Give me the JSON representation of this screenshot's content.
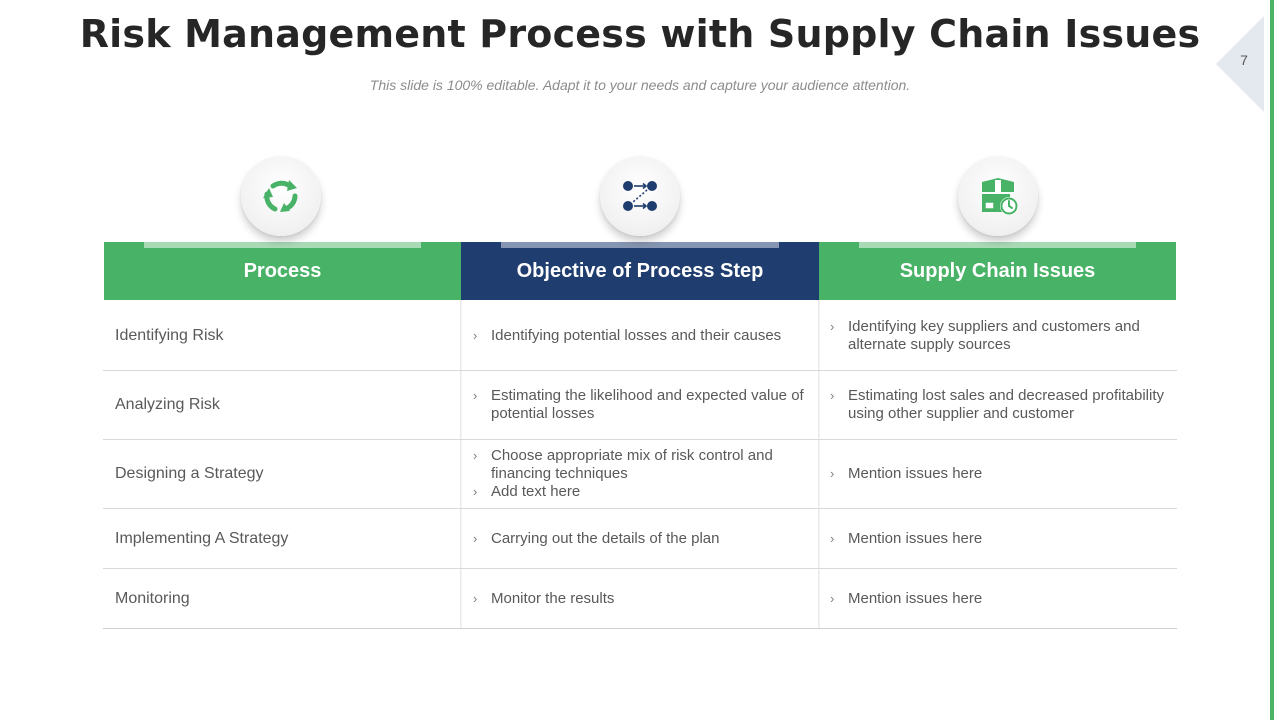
{
  "slide": {
    "title": "Risk Management Process with Supply Chain Issues",
    "subtitle": "This slide is 100% editable. Adapt it to your needs and capture your audience attention.",
    "page_number": "7"
  },
  "colors": {
    "green": "#48b266",
    "navy": "#1f3d6e",
    "text": "#595959"
  },
  "columns": [
    {
      "header": "Process",
      "icon": "recycle-icon"
    },
    {
      "header": "Objective of Process Step",
      "icon": "workflow-nodes-icon"
    },
    {
      "header": "Supply Chain Issues",
      "icon": "package-clock-icon"
    }
  ],
  "rows": [
    {
      "process": "Identifying  Risk",
      "objective": [
        "Identifying  potential losses and their causes"
      ],
      "issues": [
        "Identifying  key suppliers and customers and alternate supply sources"
      ]
    },
    {
      "process": "Analyzing Risk",
      "objective": [
        "Estimating the likelihood and expected value of potential losses"
      ],
      "issues": [
        "Estimating lost sales and decreased profitability using other supplier and customer"
      ]
    },
    {
      "process": "Designing a Strategy",
      "objective": [
        "Choose appropriate mix of risk control and financing techniques",
        "Add text here"
      ],
      "issues": [
        "Mention  issues here"
      ]
    },
    {
      "process": "Implementing  A Strategy",
      "objective": [
        "Carrying out the details of the plan"
      ],
      "issues": [
        "Mention  issues here"
      ]
    },
    {
      "process": "Monitoring",
      "objective": [
        "Monitor  the results"
      ],
      "issues": [
        "Mention  issues here"
      ]
    }
  ]
}
